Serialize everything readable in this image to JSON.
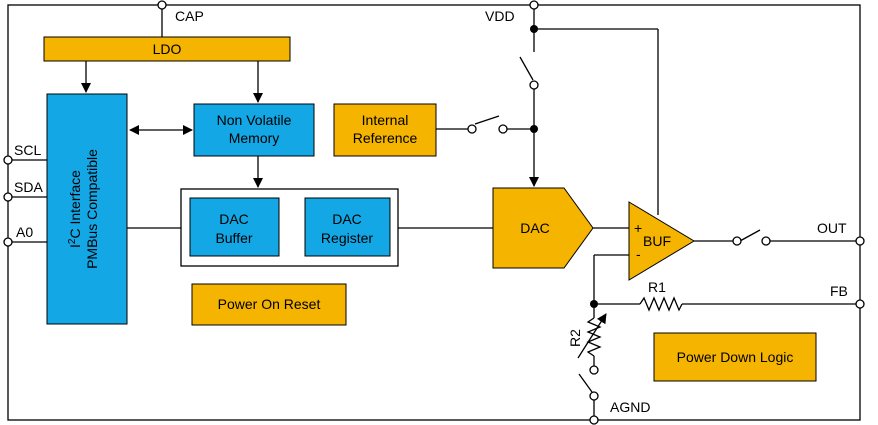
{
  "colors": {
    "orange": "#f5b400",
    "blue": "#13a7e5",
    "line": "#000000"
  },
  "pins": {
    "cap": "CAP",
    "vdd": "VDD",
    "scl": "SCL",
    "sda": "SDA",
    "a0": "A0",
    "out": "OUT",
    "fb": "FB",
    "agnd": "AGND"
  },
  "blocks": {
    "ldo": "LDO",
    "nvm_line1": "Non Volatile",
    "nvm_line2": "Memory",
    "internal_ref_line1": "Internal",
    "internal_ref_line2": "Reference",
    "i2c_line1_prefix": "I",
    "i2c_line1_sup": "2",
    "i2c_line1_rest": "C Interface",
    "i2c_line2": "PMBus Compatible",
    "dac_buffer_line1": "DAC",
    "dac_buffer_line2": "Buffer",
    "dac_register_line1": "DAC",
    "dac_register_line2": "Register",
    "dac": "DAC",
    "buf": "BUF",
    "buf_plus": "+",
    "buf_minus": "-",
    "power_on_reset": "Power On Reset",
    "power_down_logic": "Power Down Logic"
  },
  "components": {
    "r1": "R1",
    "r2": "R2"
  }
}
